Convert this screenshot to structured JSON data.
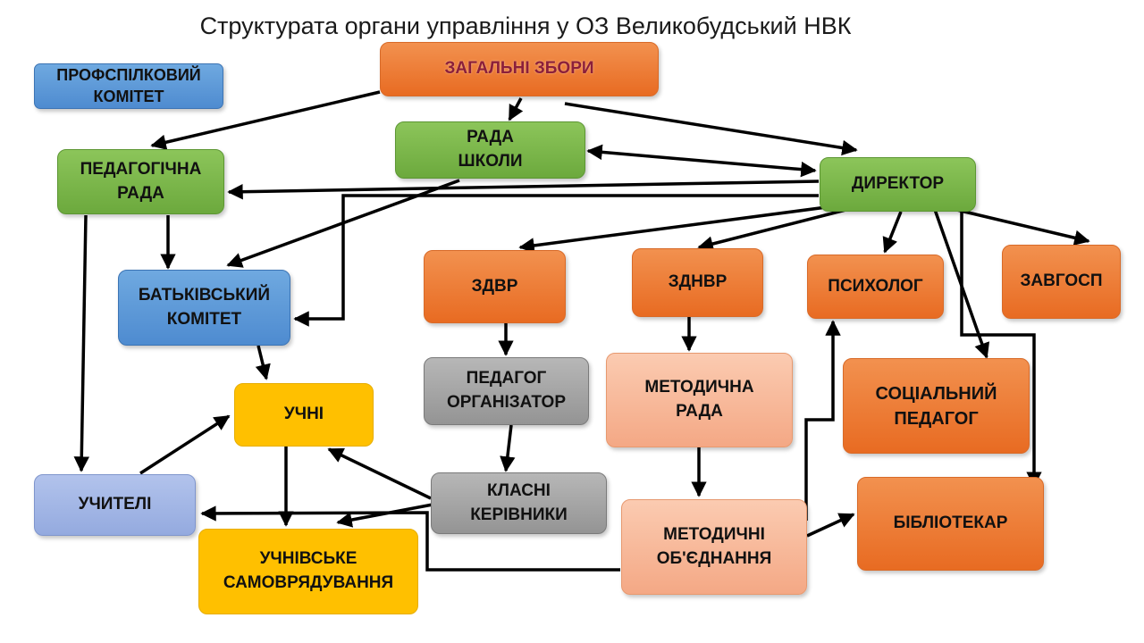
{
  "title": "Структурата органи управління у ОЗ Великобудський НВК",
  "nodes": {
    "profspilkovyi": "ПРОФСПІЛКОВИЙ\nКОМІТЕТ",
    "zahalni_zbory": "ЗАГАЛЬНІ ЗБОРИ",
    "rada_shkoly": "РАДА\nШКОЛИ",
    "pedahohichna_rada": "ПЕДАГОГІЧНА\nРАДА",
    "dyrektor": "ДИРЕКТОР",
    "batkivskyi": "БАТЬКІВСЬКИЙ\nКОМІТЕТ",
    "zdvr": "ЗДВР",
    "zdnvr": "ЗДНВР",
    "psykholoh": "ПСИХОЛОГ",
    "zavhosp": "ЗАВГОСП",
    "uchni": "УЧНІ",
    "pedahoh_orhanizator": "ПЕДАГОГ\nОРГАНІЗАТОР",
    "metodychna_rada": "МЕТОДИЧНА\nРАДА",
    "sotsialnyi_pedahoh": "СОЦІАЛЬНИЙ\nПЕДАГОГ",
    "uchyteli": "УЧИТЕЛІ",
    "klasni_kerivnyky": "КЛАСНІ\nКЕРІВНИКИ",
    "bibliotekar": "БІБЛІОТЕКАР",
    "metodychni_obiednannia": "МЕТОДИЧНІ\nОБ'ЄДНАННЯ",
    "uchnivske": "УЧНІВСЬКЕ\nСАМОВРЯДУВАННЯ"
  },
  "colors": {
    "orange": "#ed7d31",
    "green": "#70ad47",
    "blue": "#5b9bd5",
    "light_blue": "#a0b4e6",
    "gold": "#ffc000",
    "gray": "#a5a5a5",
    "peach": "#f8b996",
    "arrow": "#000000",
    "zahalni_zbory_text": "#8b1f3a"
  }
}
